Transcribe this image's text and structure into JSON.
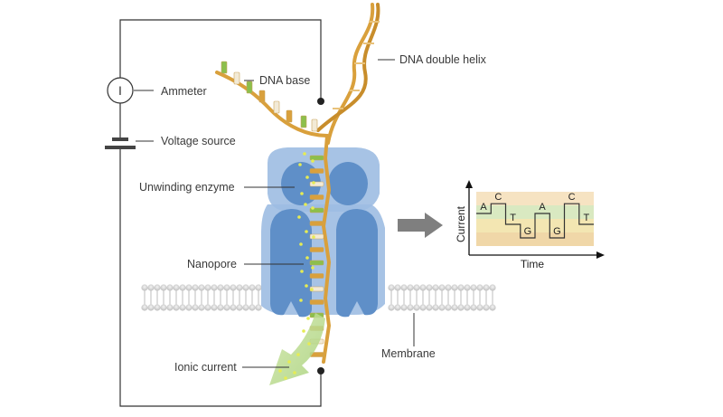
{
  "labels": {
    "ammeter": "Ammeter",
    "voltage_source": "Voltage source",
    "unwinding_enzyme": "Unwinding enzyme",
    "nanopore": "Nanopore",
    "ionic_current": "Ionic current",
    "dna_base": "DNA base",
    "dna_double_helix": "DNA double helix",
    "membrane": "Membrane"
  },
  "ammeter_symbol": "I",
  "trace": {
    "xlabel": "Time",
    "ylabel": "Current",
    "bases": [
      "A",
      "C",
      "T",
      "G",
      "A",
      "G",
      "C",
      "T"
    ],
    "levels": [
      0.6,
      0.78,
      0.4,
      0.15,
      0.6,
      0.15,
      0.78,
      0.4
    ],
    "bands": [
      "#f6e3c2",
      "#d9e9c1",
      "#f3e6b2",
      "#f0d7a8"
    ]
  },
  "colors": {
    "pore_light": "#9dbde2",
    "pore_dark": "#5f8fc8",
    "dna": "#d9a03c",
    "base_green": "#8cbf4c",
    "ion": "#e6ec53",
    "arrow": "#7f7f7f",
    "membrane": "#c9c9c9"
  }
}
